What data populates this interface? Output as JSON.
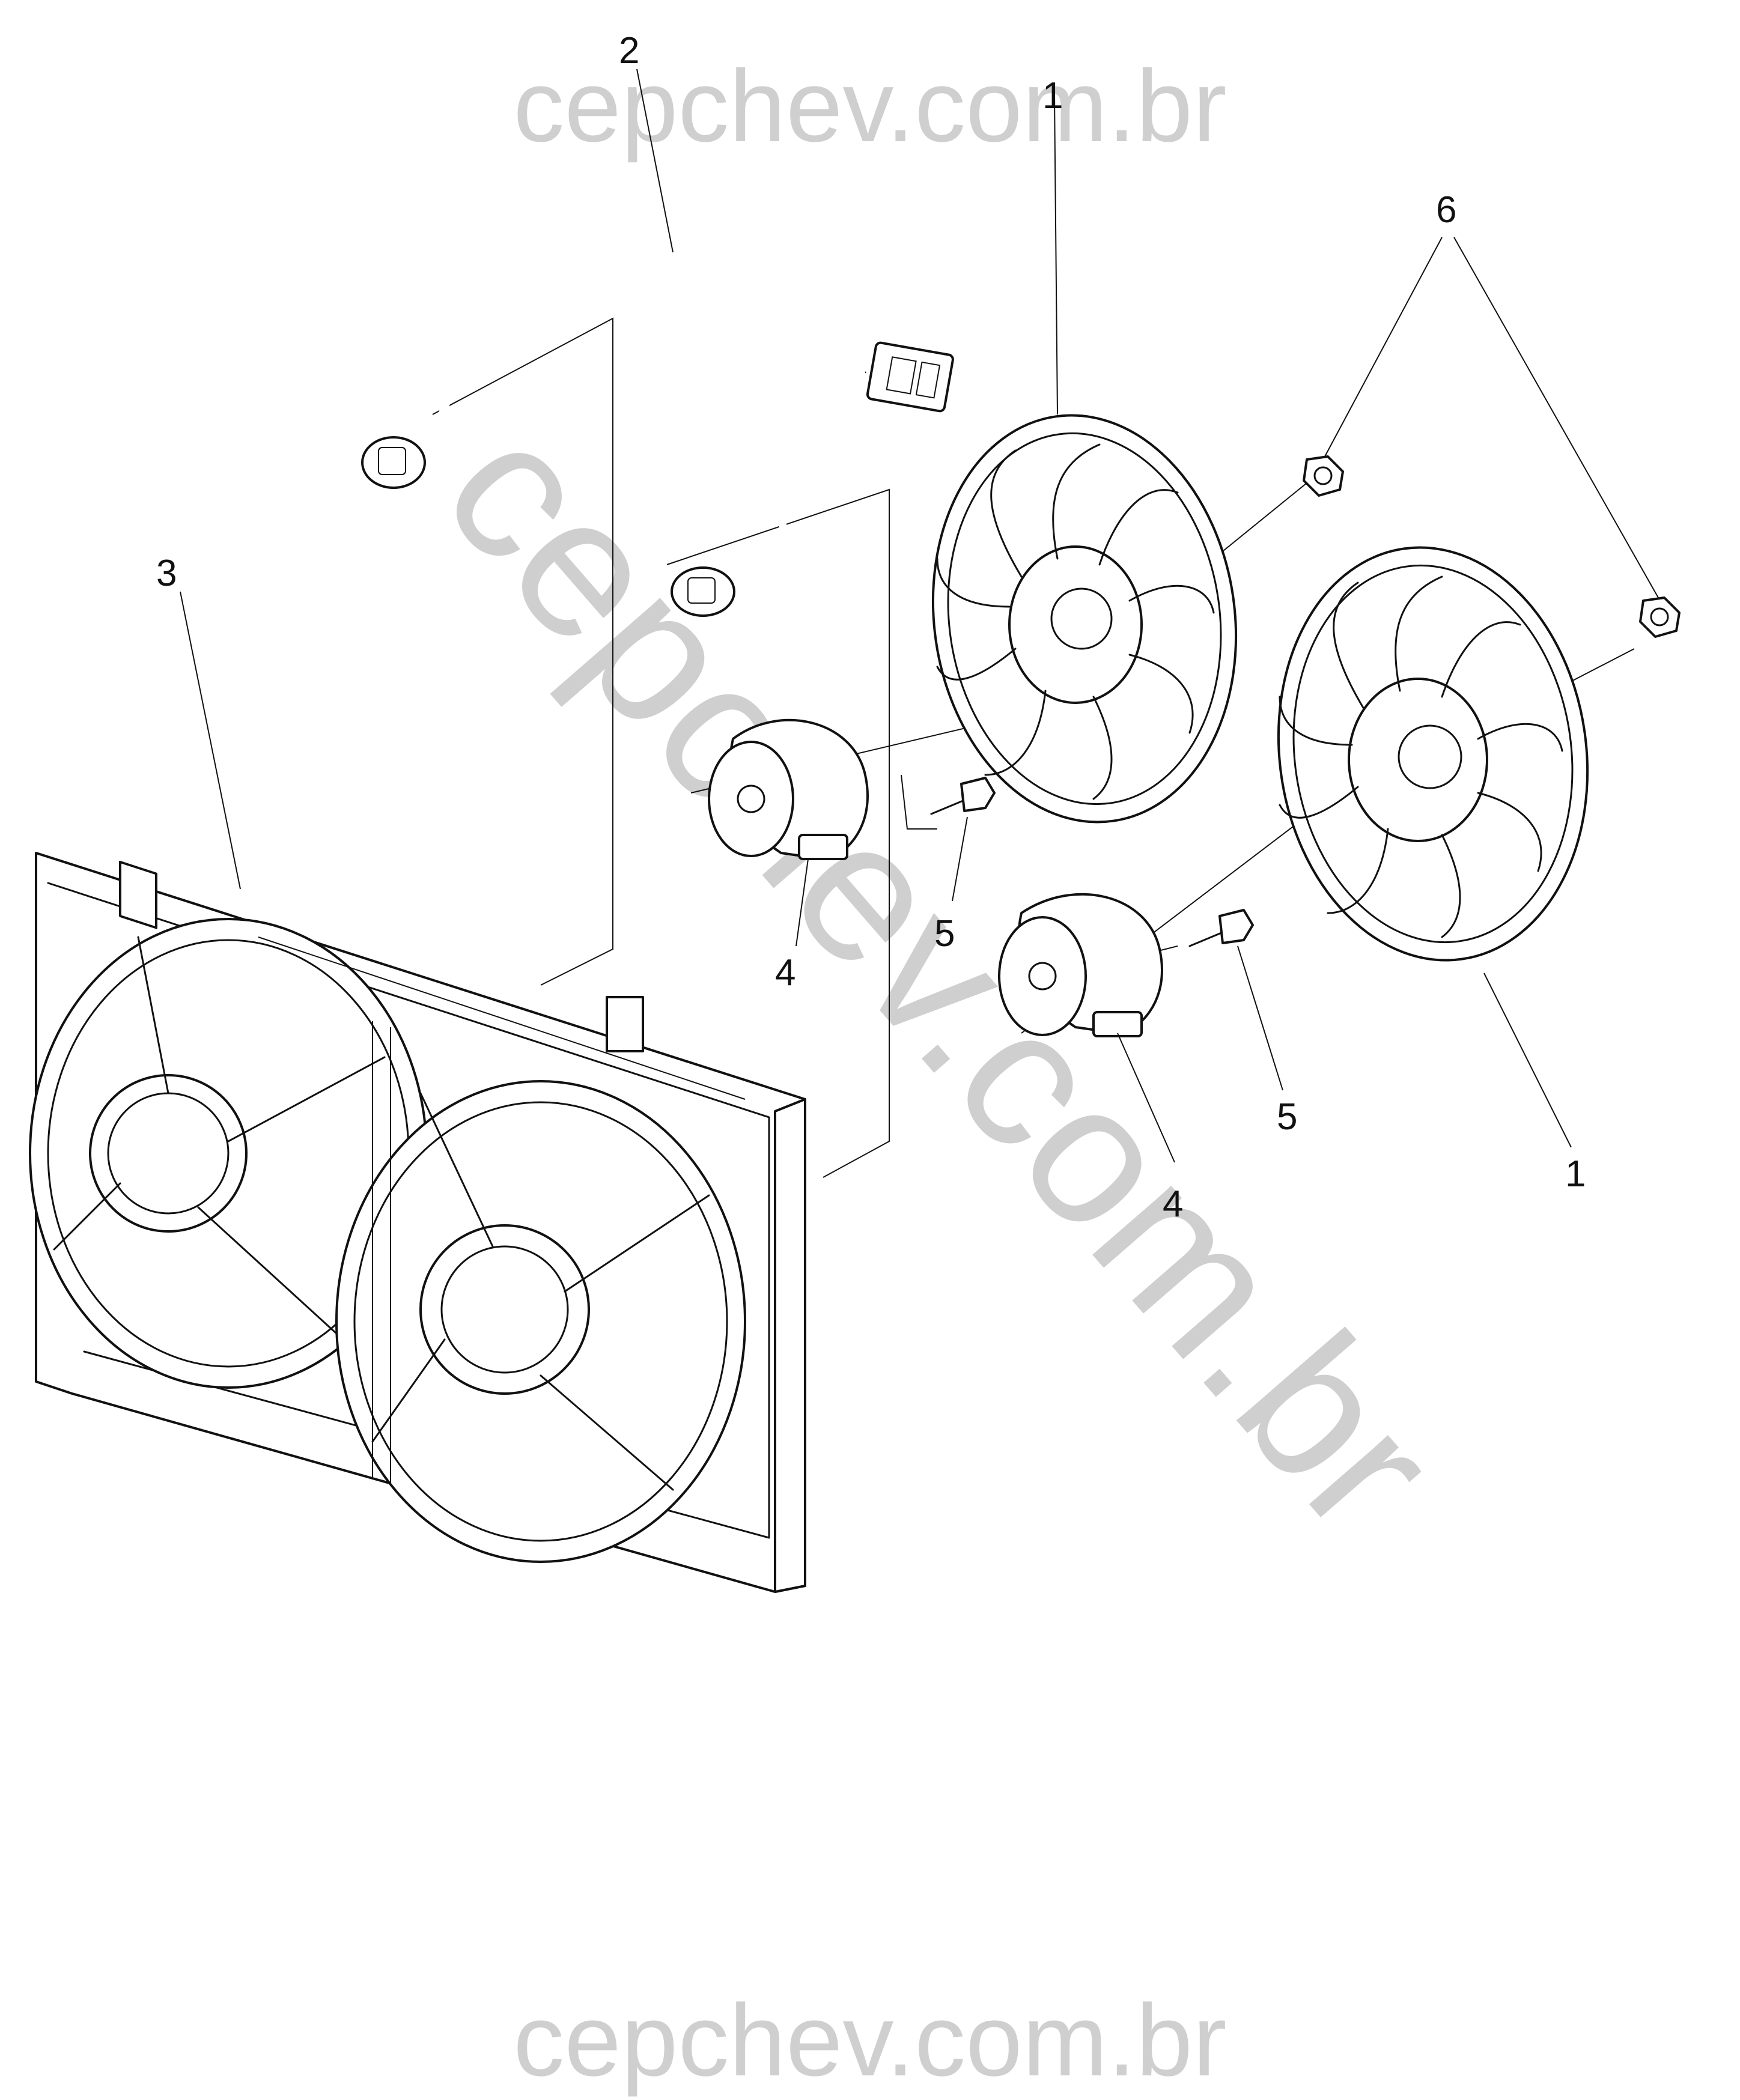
{
  "watermarks": {
    "top": "cepchev.com.br",
    "diagonal": "cepchev.com.br",
    "bottom": "cepchev.com.br"
  },
  "callouts": [
    {
      "id": "fan-blade-upper",
      "label": "1"
    },
    {
      "id": "fan-blade-lower",
      "label": "1"
    },
    {
      "id": "wiring-harness",
      "label": "2"
    },
    {
      "id": "fan-shroud",
      "label": "3"
    },
    {
      "id": "fan-motor-upper",
      "label": "4"
    },
    {
      "id": "fan-motor-lower",
      "label": "4"
    },
    {
      "id": "bolt-upper",
      "label": "5"
    },
    {
      "id": "bolt-lower",
      "label": "5"
    },
    {
      "id": "nuts",
      "label": "6"
    }
  ]
}
